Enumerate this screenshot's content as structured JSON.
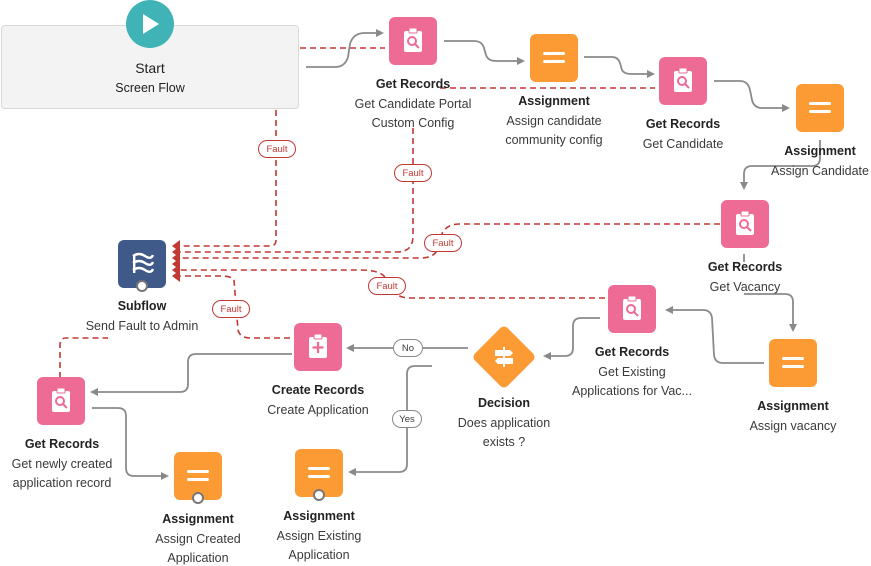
{
  "start": {
    "title": "Start",
    "subtitle": "Screen Flow",
    "icon": "play-icon"
  },
  "nodes": {
    "get_portal_config": {
      "type": "Get Records",
      "label": "Get Candidate Portal Custom Config",
      "line1": "Get Candidate Portal",
      "line2": "Custom Config",
      "icon": "get-records-icon"
    },
    "assign_community": {
      "type": "Assignment",
      "line1": "Assign candidate",
      "line2": "community config",
      "icon": "assignment-icon"
    },
    "get_candidate": {
      "type": "Get Records",
      "line1": "Get Candidate",
      "icon": "get-records-icon"
    },
    "assign_candidate": {
      "type": "Assignment",
      "line1": "Assign Candidate",
      "icon": "assignment-icon"
    },
    "get_vacancy": {
      "type": "Get Records",
      "line1": "Get Vacancy",
      "icon": "get-records-icon"
    },
    "assign_vacancy": {
      "type": "Assignment",
      "line1": "Assign vacancy",
      "icon": "assignment-icon"
    },
    "get_existing_apps": {
      "type": "Get Records",
      "line1": "Get Existing",
      "line2": "Applications for Vac...",
      "icon": "get-records-icon"
    },
    "decision": {
      "type": "Decision",
      "line1": "Does application",
      "line2": "exists ?",
      "icon": "decision-icon"
    },
    "create_application": {
      "type": "Create Records",
      "line1": "Create Application",
      "icon": "create-records-icon"
    },
    "subflow": {
      "type": "Subflow",
      "line1": "Send Fault to Admin",
      "icon": "subflow-icon"
    },
    "get_new_app": {
      "type": "Get Records",
      "line1": "Get newly created",
      "line2": "application record",
      "icon": "get-records-icon"
    },
    "assign_created": {
      "type": "Assignment",
      "line1": "Assign Created",
      "line2": "Application",
      "icon": "assignment-icon"
    },
    "assign_existing": {
      "type": "Assignment",
      "line1": "Assign Existing",
      "line2": "Application",
      "icon": "assignment-icon"
    }
  },
  "connector_labels": {
    "fault": "Fault",
    "no": "No",
    "yes": "Yes"
  },
  "colors": {
    "start": "#3fb3b6",
    "records": "#ee6b95",
    "assignment": "#fc9a34",
    "subflow": "#3f5988",
    "fault_line": "#c23934",
    "connector": "#8a8a8a"
  }
}
